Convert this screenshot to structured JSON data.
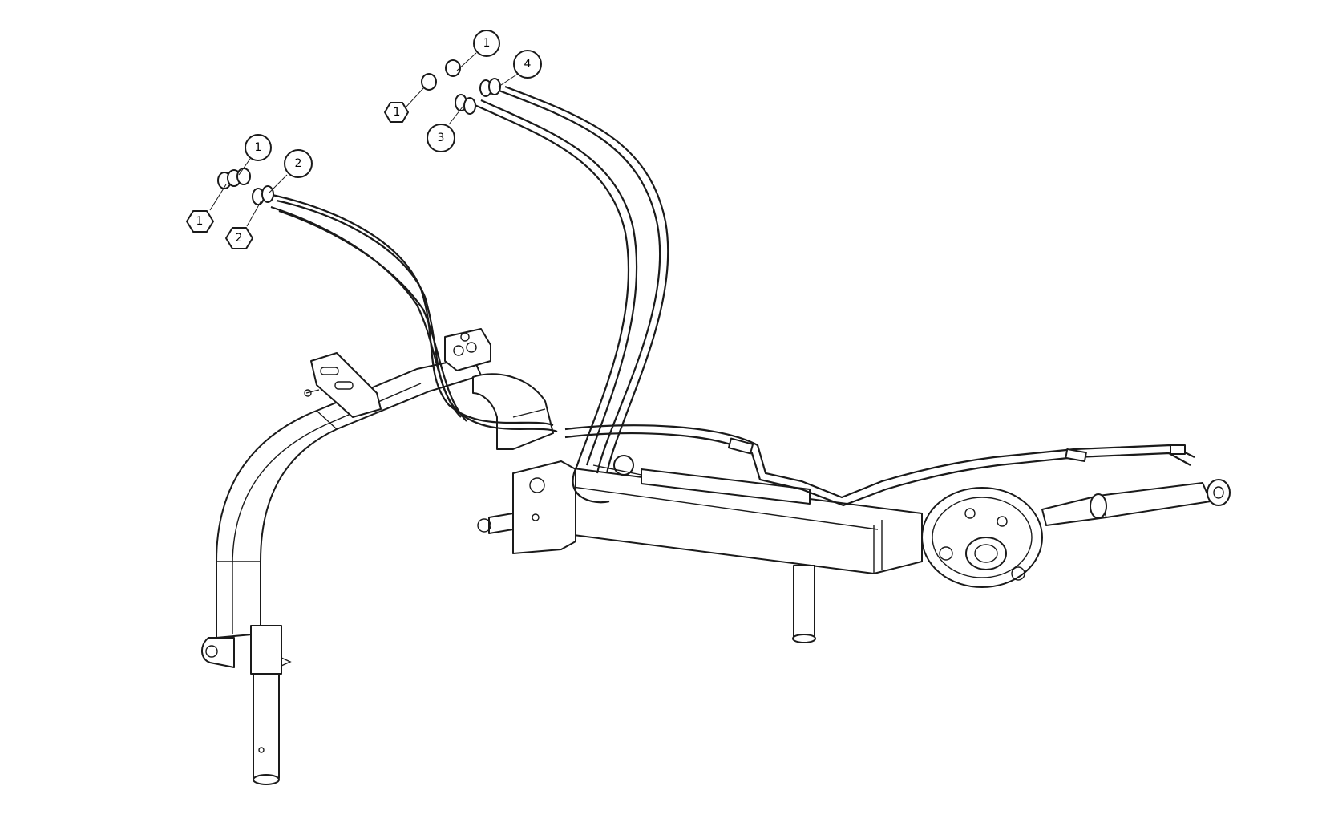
{
  "callouts": [
    {
      "id": "c1a",
      "shape": "circle",
      "label": "1"
    },
    {
      "id": "c4",
      "shape": "circle",
      "label": "4"
    },
    {
      "id": "c1b",
      "shape": "hexagon",
      "label": "1"
    },
    {
      "id": "c3",
      "shape": "circle",
      "label": "3"
    },
    {
      "id": "c1c",
      "shape": "circle",
      "label": "1"
    },
    {
      "id": "c2a",
      "shape": "circle",
      "label": "2"
    },
    {
      "id": "c1d",
      "shape": "hexagon",
      "label": "1"
    },
    {
      "id": "c2b",
      "shape": "hexagon",
      "label": "2"
    }
  ]
}
